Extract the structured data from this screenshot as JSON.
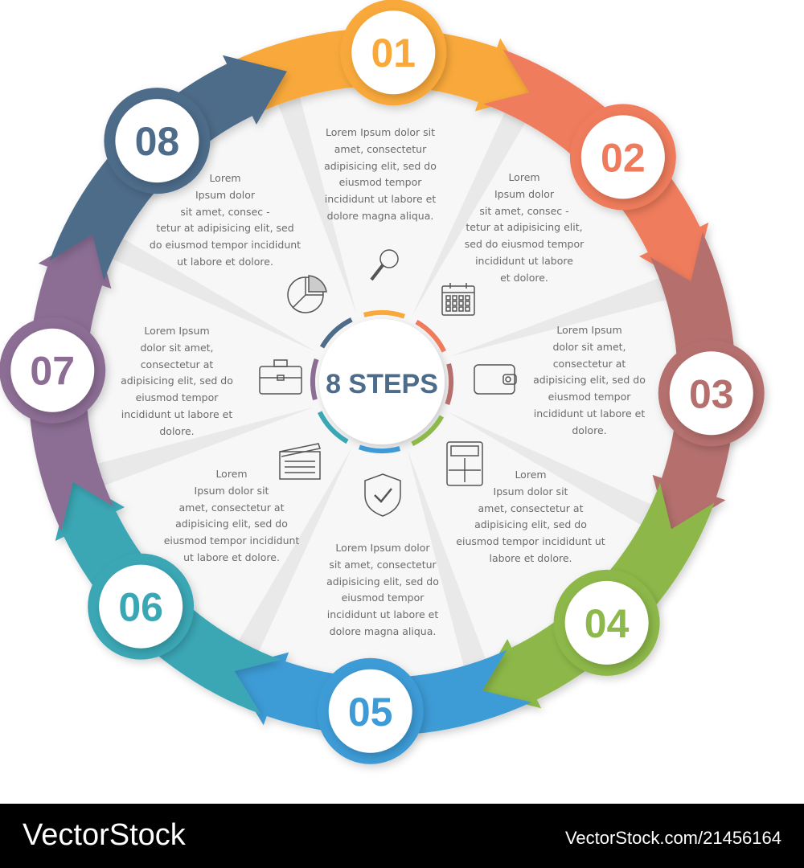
{
  "center": {
    "title": "8 STEPS",
    "color": "#4E6C8A"
  },
  "steps": [
    {
      "number": "01",
      "color": "#F9A93B",
      "icon": "magnifier-icon",
      "text": "Lorem Ipsum dolor sit\namet, consectetur\nadipisicing elit, sed do\neiusmod tempor\nincididunt ut labore et\ndolore magna aliqua."
    },
    {
      "number": "02",
      "color": "#EF7B5C",
      "icon": "calendar-icon",
      "text": "Lorem\nIpsum dolor\nsit amet, consec -\ntetur at adipisicing elit,\nsed do eiusmod tempor\nincididunt ut labore\net dolore."
    },
    {
      "number": "03",
      "color": "#B5706E",
      "icon": "wallet-icon",
      "text": "Lorem Ipsum\ndolor sit amet,\nconsectetur at\nadipisicing elit, sed do\neiusmod tempor\nincididunt ut labore et\ndolore."
    },
    {
      "number": "04",
      "color": "#8DB84A",
      "icon": "calculator-icon",
      "text": "Lorem\nIpsum dolor sit\namet, consectetur at\nadipisicing elit, sed do\neiusmod tempor incididunt ut\nlabore et dolore."
    },
    {
      "number": "05",
      "color": "#3E9BD6",
      "icon": "shield-check-icon",
      "text": "Lorem Ipsum dolor\nsit amet, consectetur\nadipisicing elit, sed do\neiusmod tempor\nincididunt ut labore et\ndolore magna aliqua."
    },
    {
      "number": "06",
      "color": "#3AA7B5",
      "icon": "clapperboard-icon",
      "text": "Lorem\nIpsum dolor sit\namet, consectetur at\nadipisicing elit, sed do\neiusmod tempor incididunt\nut labore et dolore."
    },
    {
      "number": "07",
      "color": "#8C6D94",
      "icon": "briefcase-icon",
      "text": "Lorem Ipsum\ndolor sit amet,\nconsectetur at\nadipisicing elit, sed do\neiusmod tempor\nincididunt ut labore et\ndolore."
    },
    {
      "number": "08",
      "color": "#4E6C8A",
      "icon": "pie-chart-icon",
      "text": "Lorem\nIpsum dolor\nsit amet, consec -\ntetur at adipisicing elit, sed\ndo eiusmod tempor incididunt\nut labore et dolore."
    }
  ],
  "footer": {
    "brand": "VectorStock",
    "reference": "VectorStock.com/21456164"
  }
}
